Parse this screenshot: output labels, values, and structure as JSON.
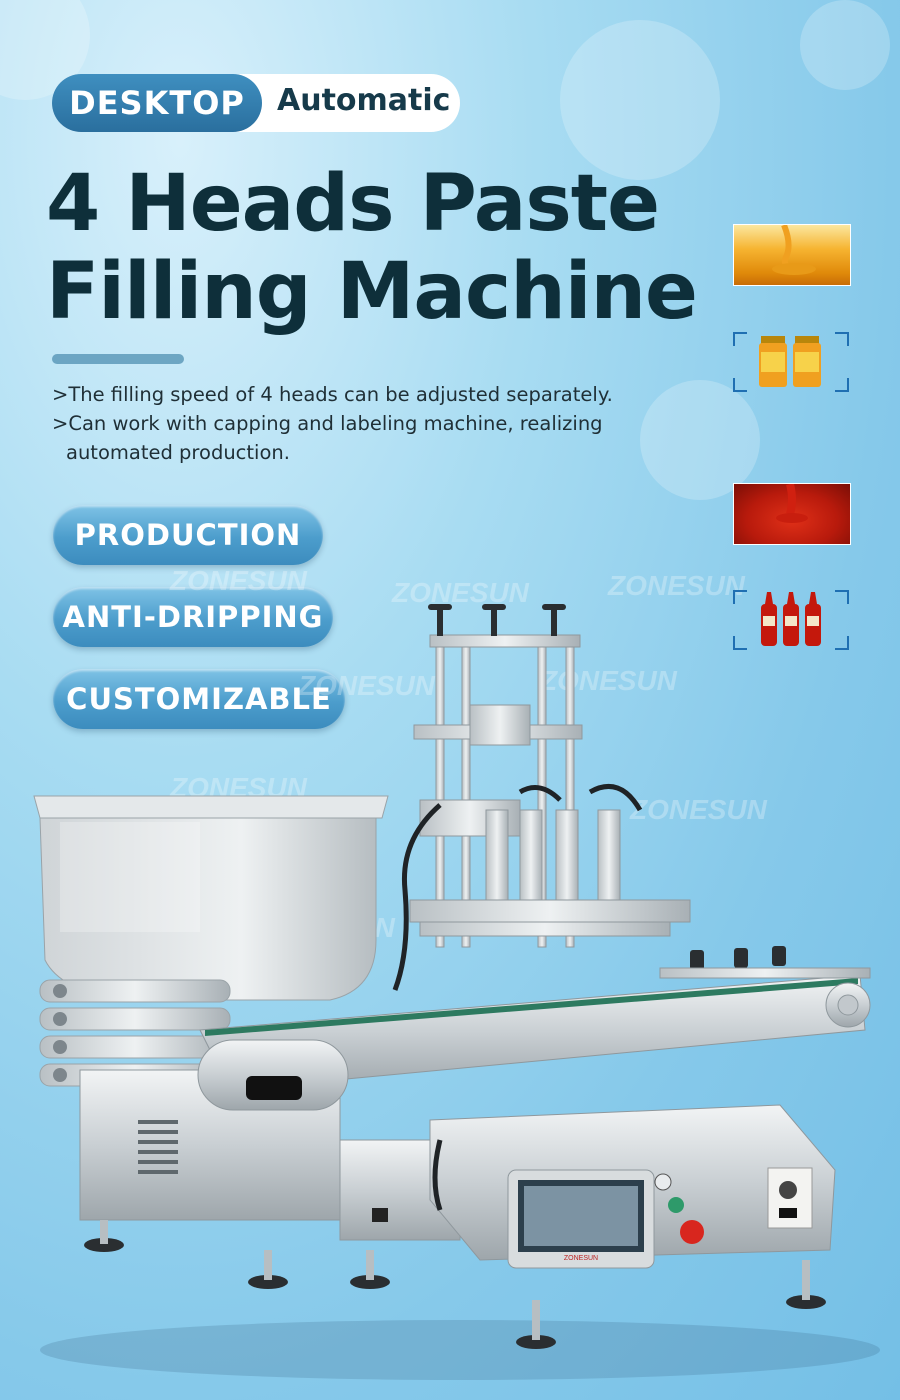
{
  "badge": {
    "left": "DESKTOP",
    "right": "Automatic"
  },
  "title": {
    "line1": "4 Heads Paste",
    "line2": "Filling Machine"
  },
  "description": {
    "line1": ">The filling speed of 4 heads can be adjusted separately.",
    "line2": ">Can work with capping and labeling machine, realizing",
    "line3": "automated production."
  },
  "features": [
    "PRODUCTION",
    "ANTI-DRIPPING",
    "CUSTOMIZABLE"
  ],
  "watermark": "ZONESUN",
  "panel_brand": "ZONESUN",
  "colors": {
    "accent": "#3c8cbe",
    "title": "#0e2f3a",
    "arrow": "#1f8fe0"
  },
  "icons": [
    "honey-pour-photo",
    "honey-jars-photo",
    "ketchup-pour-photo",
    "ketchup-bottles-photo",
    "down-arrow-icon"
  ]
}
